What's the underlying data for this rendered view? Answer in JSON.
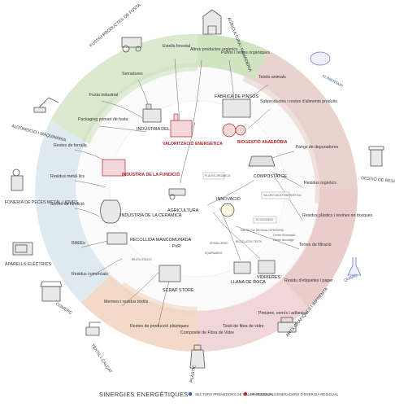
{
  "sectors": {
    "agricultura": "AGRICULTURA I RAMADERIA",
    "fusta": "FUSTA I PRODUCTES DE FUSTA",
    "automocio": "AUTOMOCIÓ I MAQUINÀRIA",
    "foneria": "FONERIA DE PECES METÀL·LIQUES",
    "aparells": "APARELLS ELÈCTRICS",
    "comerc": "COMERÇ",
    "textil": "TÈXTIL I CALÇAT",
    "plastic": "PLÀSTIC",
    "arts_grafiques": "ARTS GRÀFIQUES I IMPREMTA",
    "quimic": "QUÍMIC",
    "gestio_residus": "GESTIÓ DE RESIDUS I ACTIVITATS DE SANEJAMENT",
    "alimentari": "ALIMENTARI"
  },
  "flows": {
    "estella": "Estella forestal",
    "altres": "Altres productes orgànics",
    "purins": "Purins i restes orgàniques",
    "serradures": "Serradures",
    "fusta_industrial": "Fusta industrial",
    "packaging": "Packaging primari de fusta",
    "restes_ferralla": "Restes de ferralla",
    "residus_metallics": "Residus metàl·lics",
    "sorres": "Sorres de fundició",
    "raees": "RAEEs",
    "residus_comercials": "Residus comercials",
    "mermes": "Mermes i residus tèxtils",
    "restes_plastiques": "Restes de producció plàstiques",
    "composite": "Composite de Fibra de Vidre",
    "teixit": "Teixit de fibra de vidre",
    "pintures": "Pintures, vernís i adhesius",
    "residu_etiquetes": "Residu d'etiquetes i paper",
    "terres": "Terres de filtració",
    "residus_plastics": "Residus plàstics i resines no tòxiques",
    "residus_organics": "Residus orgànics",
    "fangs": "Fangs de depuradores",
    "subproductes": "Subproductes i restes d'aliments produïts",
    "teixits_animals": "Teixits animals"
  },
  "nodes": {
    "industria_moble": "INDÚSTRIA DEL MOBLE",
    "valoritzacio": "VALORITZACIÓ ENERGÈTICA",
    "fabrica_pinsos": "FÀBRICA DE PINSOS",
    "biogestio": "BIOGESTIÓ ANAERÒBIA",
    "industria_fundicio": "INDÚSTRIA DE LA FUNDICIÓ",
    "compostatge": "COMPOSTATGE",
    "industria_ceramica": "INDÚSTRIA DE LA CERÀMICA",
    "agricultura": "AGRICULTURA",
    "innovacio": "INNOVACIÓ",
    "recollida": "RECOLLIDA MANCOMUNADA",
    "pxr": "PxR",
    "scrap_store": "SCRAP STORE",
    "llana_roca": "LLANA DE ROCA",
    "vidrieres": "VIDRIERES"
  },
  "small_tags": {
    "fuente_organica": "PLANTA ORGÀNICA",
    "valoritzacio_energetica": "VALORITZACIÓ ENERGÈTICA",
    "ecodisseny": "ECODISSENY",
    "matriu": "MATRIU DE SEGONA CATEGORIA",
    "reciclatge": "RECICLATGE TÈXTIL",
    "residu_zero": "RESIDU ZERO",
    "equipament": "EQUIPAMENT",
    "reutilitzacio": "REUTILITZACIÓ",
    "centre_innovacio": "Centre d'innovació",
    "centre_tecnologic": "Centre tecnològic"
  },
  "legend": {
    "title": "SINERGIES ENERGÈTIQUES",
    "item1": "SECTORS PRENEDORS DE CALOR RESIDUAL",
    "item2": "PROCESSOS GENERADORS D'ENERGIA RESIDUAL"
  },
  "colors": {
    "green": "#d4e6c5",
    "green_dark": "#8fb87a",
    "rose": "#e6cac6",
    "blue_ring": "#d9e7ee",
    "orange_ring": "#f1d1bd",
    "pink_ring": "#efd0d2",
    "accent_red": "#b0242a",
    "accent_blue": "#3d5aa8"
  }
}
